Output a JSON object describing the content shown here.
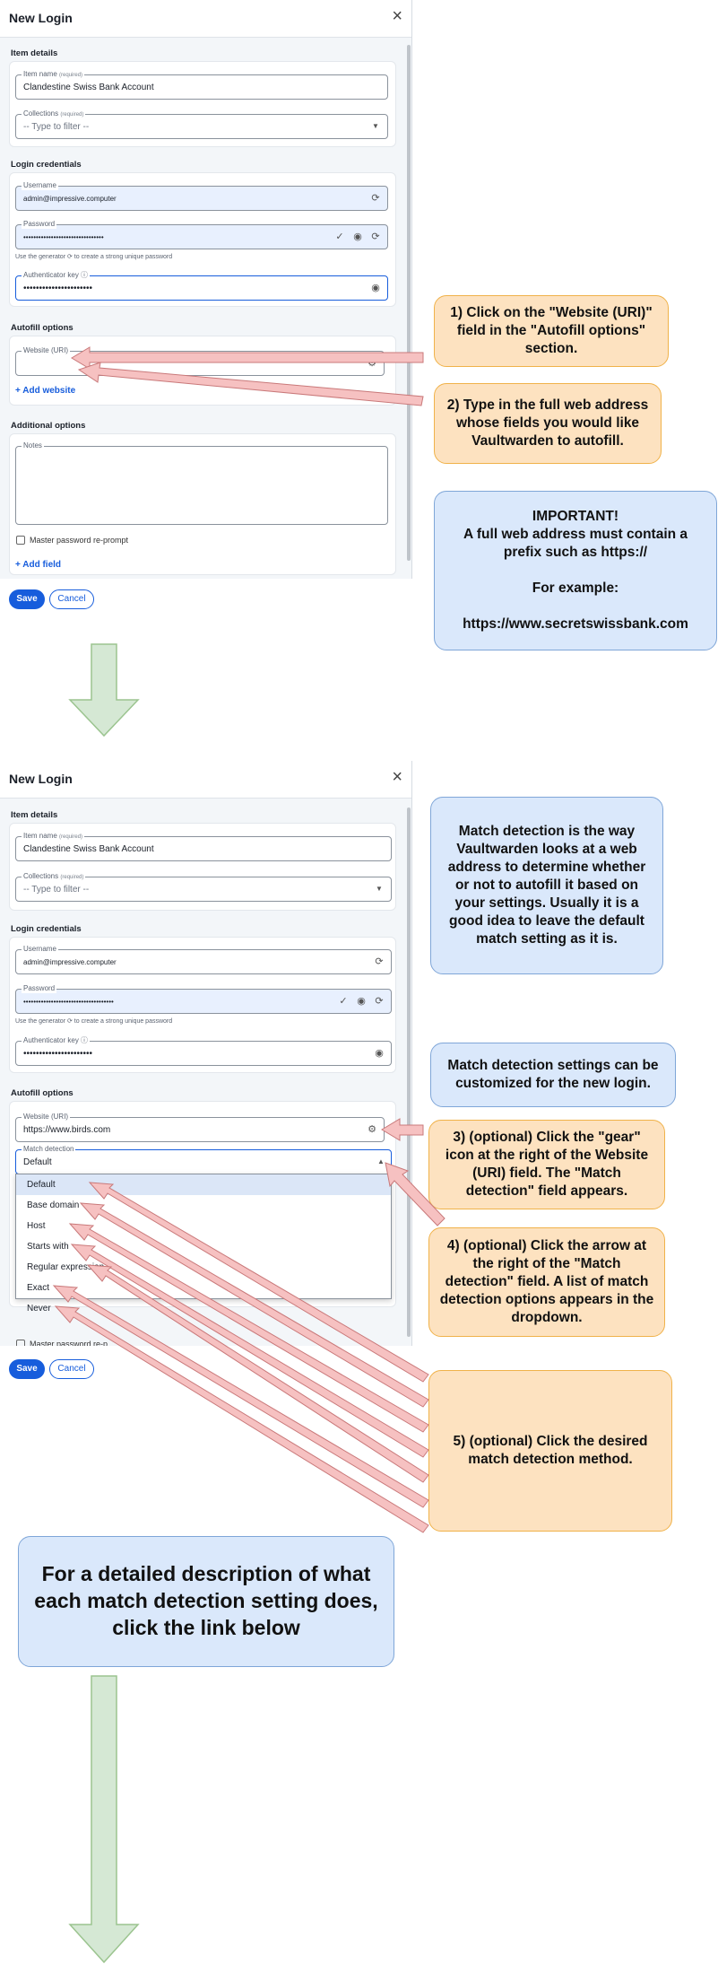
{
  "dialog1": {
    "title": "New Login",
    "sections": {
      "item_details": "Item details",
      "login_credentials": "Login credentials",
      "autofill_options": "Autofill options",
      "additional_options": "Additional options"
    },
    "item_name": {
      "label": "Item name",
      "required": "(required)",
      "value": "Clandestine Swiss Bank Account"
    },
    "collections": {
      "label": "Collections",
      "required": "(required)",
      "placeholder": "-- Type to filter --"
    },
    "username": {
      "label": "Username",
      "value": "admin@impressive.computer"
    },
    "password": {
      "label": "Password",
      "value": "••••••••••••••••••••••••••••••••"
    },
    "generator_hint": "Use the generator ⟳ to create a strong unique password",
    "authenticator": {
      "label": "Authenticator key ⓘ",
      "value": "••••••••••••••••••••••"
    },
    "website": {
      "label": "Website (URI)"
    },
    "add_website": "+ Add website",
    "notes_label": "Notes",
    "reprompt": "Master password re-prompt",
    "add_field": "+ Add field",
    "save": "Save",
    "cancel": "Cancel"
  },
  "dialog2": {
    "title": "New Login",
    "sections": {
      "item_details": "Item details",
      "login_credentials": "Login credentials",
      "autofill_options": "Autofill options"
    },
    "item_name": {
      "label": "Item name",
      "required": "(required)",
      "value": "Clandestine Swiss Bank Account"
    },
    "collections": {
      "label": "Collections",
      "required": "(required)",
      "placeholder": "-- Type to filter --"
    },
    "username": {
      "label": "Username",
      "value": "admin@impressive.computer"
    },
    "password": {
      "label": "Password",
      "value": "••••••••••••••••••••••••••••••••••••"
    },
    "generator_hint": "Use the generator ⟳ to create a strong unique password",
    "authenticator": {
      "label": "Authenticator key ⓘ",
      "value": "••••••••••••••••••••••"
    },
    "website": {
      "label": "Website (URI)",
      "value": "https://www.birds.com"
    },
    "match_detection": {
      "label": "Match detection",
      "value": "Default"
    },
    "options": [
      "Default",
      "Base domain",
      "Host",
      "Starts with",
      "Regular expression",
      "Exact",
      "Never"
    ],
    "reprompt": "Master password re-p",
    "save": "Save",
    "cancel": "Cancel"
  },
  "callouts": {
    "c1": "1) Click on the \"Website (URI)\" field in the \"Autofill options\" section.",
    "c2": "2) Type in the full web address whose fields you would like Vaultwarden to autofill.",
    "c3": "IMPORTANT!\nA full web address must contain a prefix such as https://\n\nFor example:\n\nhttps://www.secretswissbank.com",
    "c4": "Match detection is the way Vaultwarden looks at a web address to determine whether or not to autofill it based on your settings. Usually it is a good idea to leave the default match setting as it is.",
    "c5": "Match detection settings can be customized for the new login.",
    "c6": "3) (optional) Click the \"gear\" icon at the right of the Website (URI) field.  The \"Match detection\" field appears.",
    "c7": "4) (optional) Click the arrow at the right of the \"Match detection\" field.  A list of match detection options appears in the dropdown.",
    "c8": "5) (optional) Click the desired match detection method.",
    "c9": "For a detailed description of what each match detection setting does, click the link below"
  },
  "colors": {
    "accent": "#175ddc",
    "orange_bg": "#fde2c0",
    "blue_bg": "#dae8fb",
    "arrow_fill": "#f6c1c1",
    "down_arrow": "#d5e8d4"
  }
}
